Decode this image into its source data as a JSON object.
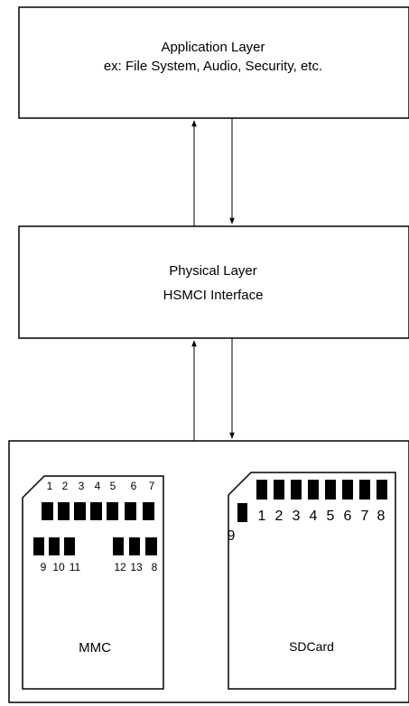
{
  "application_layer": {
    "title": "Application Layer",
    "subtitle": "ex: File System, Audio, Security, etc."
  },
  "physical_layer": {
    "title": "Physical Layer",
    "subtitle": "HSMCI Interface"
  },
  "mmc_card": {
    "label": "MMC",
    "top_pin_numbers": [
      "1",
      "2",
      "3",
      "4",
      "5",
      "6",
      "7"
    ],
    "bottom_pin_numbers": [
      "9",
      "10",
      "11",
      "12",
      "13",
      "8"
    ]
  },
  "sd_card": {
    "label": "SDCard",
    "pin_numbers": [
      "1",
      "2",
      "3",
      "4",
      "5",
      "6",
      "7",
      "8"
    ],
    "extra_pin_number": "9"
  },
  "colors": {
    "line": "#000000",
    "background": "#ffffff"
  }
}
